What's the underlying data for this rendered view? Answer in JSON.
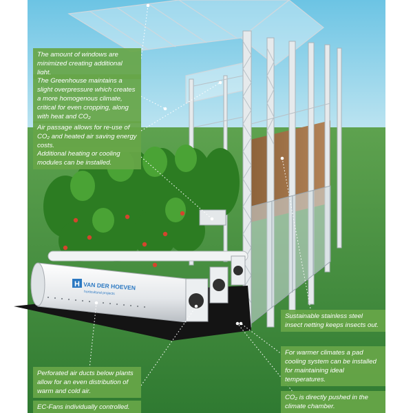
{
  "callouts": {
    "windows": "The amount of windows are minimized creating additional light.",
    "overpressure": "The Greenhouse maintains a slight overpressure which creates a more homogenous climate, critical for even cropping, along with heat and CO₂",
    "air_passage": "Air passage allows for re-use of CO₂ and heated air saving energy costs.",
    "modules": "Additional heating or cooling modules can be installed.",
    "ducts": "Perforated air ducts below plants allow for an even distribution of warm and cold air.",
    "ec_fans": "EC-Fans individually controlled.",
    "insect_netting": "Sustainable stainless steel insect netting keeps insects out.",
    "pad_cooling": "For warmer climates a pad cooling system can be installed for maintaining ideal temperatures.",
    "co2": "CO₂ is directly pushed in the climate chamber."
  },
  "brand": {
    "name": "VAN DER HOEVEN",
    "tagline": "horticultural projects",
    "logo_letter": "H"
  },
  "colors": {
    "callout_green": "#67a648",
    "sky": "#8fcfe6",
    "field": "#3d8a3c",
    "brand_blue": "#2b78c2"
  }
}
